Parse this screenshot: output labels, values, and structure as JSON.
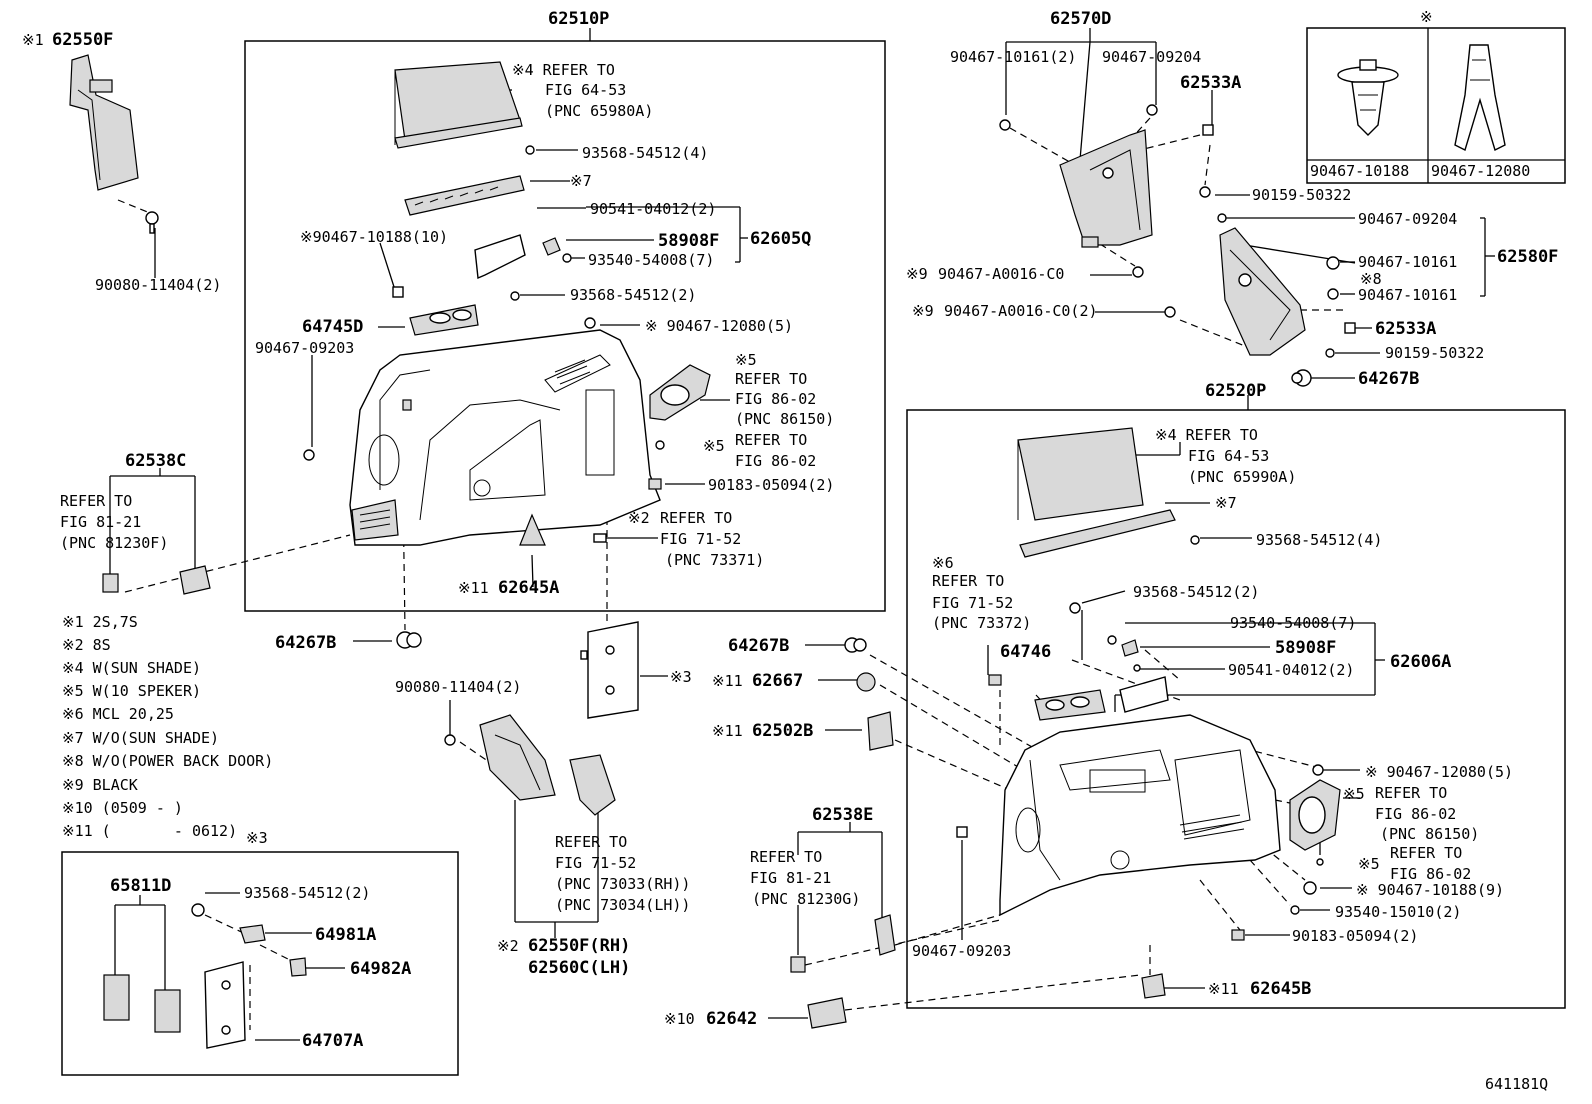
{
  "footer_code": "641181Q",
  "notes": [
    "※1 2S,7S",
    "※2 8S",
    "※4 W(SUN SHADE)",
    "※5 W(10 SPEKER)",
    "※6 MCL 20,25",
    "※7 W/O(SUN SHADE)",
    "※8 W/O(POWER BACK DOOR)",
    "※9 BLACK",
    "※10 (0509 -       )",
    "※11 (       - 0612)"
  ],
  "clip_box": {
    "mark": "※",
    "left_part": "90467-10188",
    "right_part": "90467-12080"
  },
  "detail_box": {
    "mark": "※3",
    "parts": [
      "65811D",
      "93568-54512(2)",
      "64981A",
      "64982A",
      "64707A"
    ]
  },
  "labels": {
    "l001": "※1",
    "l002": "62550F",
    "l003": "90080-11404(2)",
    "l004": "62510P",
    "l005": "※4 REFER TO",
    "l006": "FIG 64-53",
    "l007": "(PNC 65980A)",
    "l008": "93568-54512(4)",
    "l009": "※7",
    "l010": "90541-04012(2)",
    "l011": "※90467-10188(10)",
    "l012": "58908F",
    "l013": "62605Q",
    "l014": "93540-54008(7)",
    "l015": "93568-54512(2)",
    "l016": "64745D",
    "l017": "※ 90467-12080(5)",
    "l018": "90467-09203",
    "l019": "※5",
    "l020": "REFER TO",
    "l021": "FIG 86-02",
    "l022": "(PNC 86150)",
    "l023": "※5",
    "l024": "REFER TO",
    "l025": "FIG 86-02",
    "l026": "90183-05094(2)",
    "l027": "62538C",
    "l028": "REFER TO",
    "l029": "FIG 81-21",
    "l030": "(PNC 81230F)",
    "l031": "※2",
    "l032": "REFER TO",
    "l033": "FIG 71-52",
    "l034": "(PNC 73371)",
    "l035": "※11",
    "l036": "62645A",
    "l037": "64267B",
    "l038": "※3",
    "l039": "90080-11404(2)",
    "l040": "REFER TO",
    "l041": "FIG 71-52",
    "l042": "(PNC 73033(RH))",
    "l043": "(PNC 73034(LH))",
    "l044": "※2",
    "l045": "62550F(RH)",
    "l046": "62560C(LH)",
    "l047": "62570D",
    "l048": "90467-10161(2)",
    "l049": "90467-09204",
    "l050": "62533A",
    "l051": "90159-50322",
    "l052": "90467-09204",
    "l053": "62580F",
    "l054": "90467-10161",
    "l055": "※8",
    "l056": "90467-10161",
    "l057": "※9",
    "l058": "90467-A0016-C0",
    "l059": "※9",
    "l060": "90467-A0016-C0(2)",
    "l061": "62533A",
    "l062": "90159-50322",
    "l063": "64267B",
    "l064": "62520P",
    "l065": "※4 REFER TO",
    "l066": "FIG 64-53",
    "l067": "(PNC 65990A)",
    "l068": "※7",
    "l069": "93568-54512(4)",
    "l070": "※6",
    "l071": "REFER TO",
    "l072": "FIG 71-52",
    "l073": "(PNC 73372)",
    "l074": "93568-54512(2)",
    "l075": "93540-54008(7)",
    "l076": "64267B",
    "l077": "58908F",
    "l078": "62606A",
    "l079": "64746",
    "l080": "90541-04012(2)",
    "l081": "※11",
    "l082": "62667",
    "l083": "※11",
    "l084": "62502B",
    "l085": "※ 90467-12080(5)",
    "l086": "※5",
    "l087": "REFER TO",
    "l088": "FIG 86-02",
    "l089": "(PNC 86150)",
    "l090": "※5",
    "l091": "REFER TO",
    "l092": "FIG 86-02",
    "l093": "※ 90467-10188(9)",
    "l094": "93540-15010(2)",
    "l095": "62538E",
    "l096": "REFER TO",
    "l097": "FIG 81-21",
    "l098": "(PNC 81230G)",
    "l099": "90467-09203",
    "l100": "90183-05094(2)",
    "l101": "※11",
    "l102": "62645B",
    "l103": "※10",
    "l104": "62642"
  }
}
